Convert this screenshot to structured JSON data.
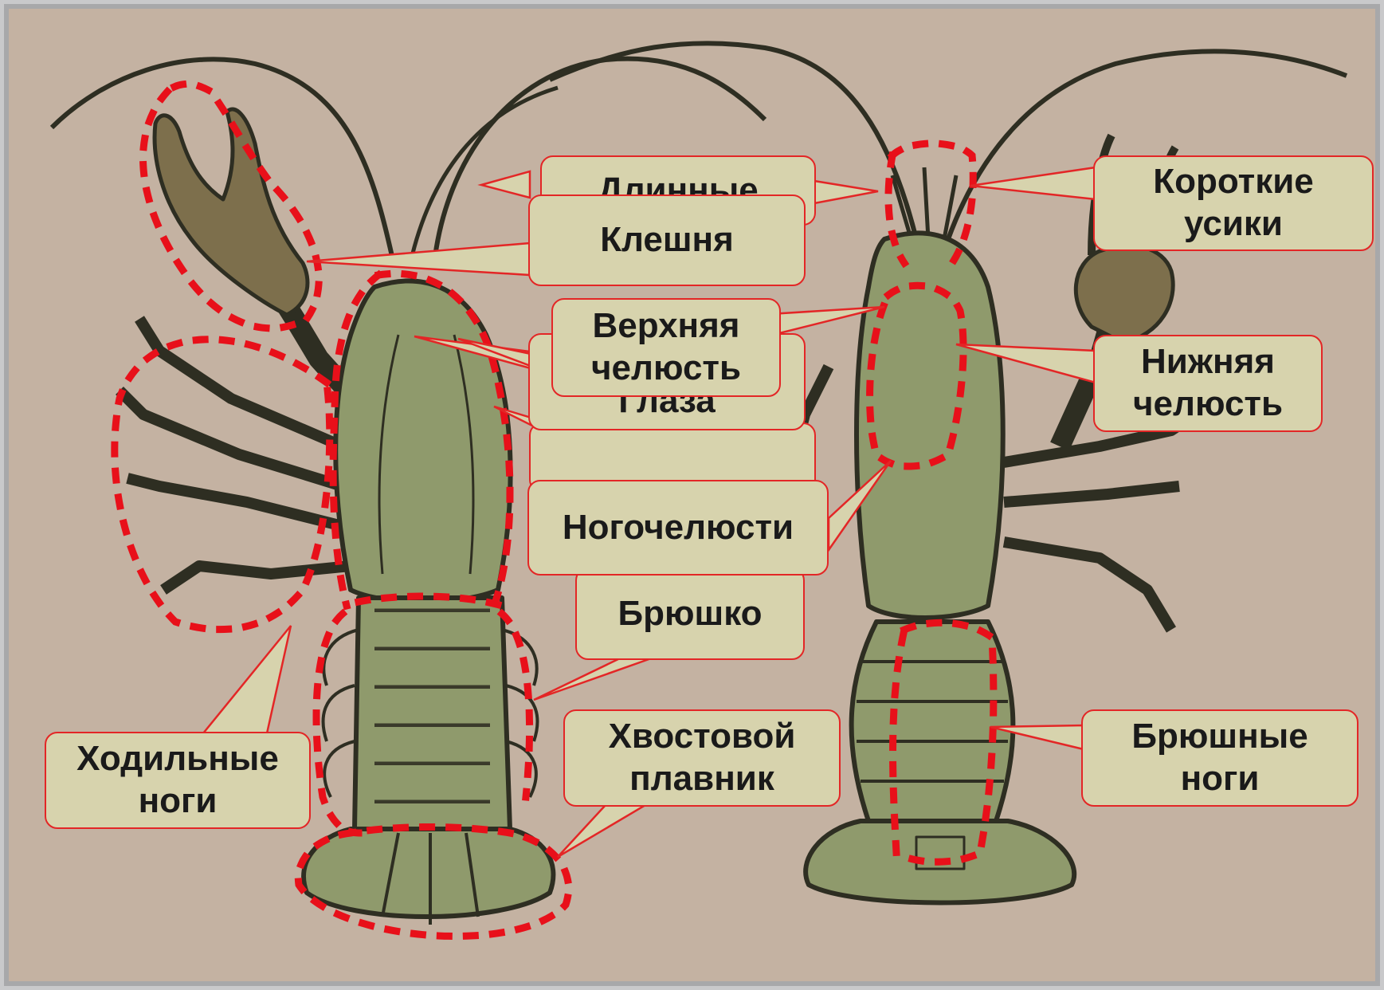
{
  "labels": {
    "long_antennae": "Длинные",
    "claw": "Клешня",
    "short_antennae": "Короткие\nусики",
    "upper_jaw": "Верхняя\nчелюсть",
    "eye_hidden": "Глаза",
    "lower_jaw": "Нижняя\nчелюсть",
    "maxillipeds": "Ногочелюсти",
    "abdomen": "Брюшко",
    "walking_legs": "Ходильные\nноги",
    "tail_fin": "Хвостовой\nплавник",
    "abdominal_legs": "Брюшные\nноги"
  },
  "colors": {
    "background": "#c4b2a2",
    "label_fill": "#d7d3ad",
    "label_border": "#e32626",
    "dotted_outline": "#e8101a",
    "body_green": "#8f9a6c",
    "body_dark": "#3a3a2a",
    "claw_brown": "#7d6f4c"
  }
}
